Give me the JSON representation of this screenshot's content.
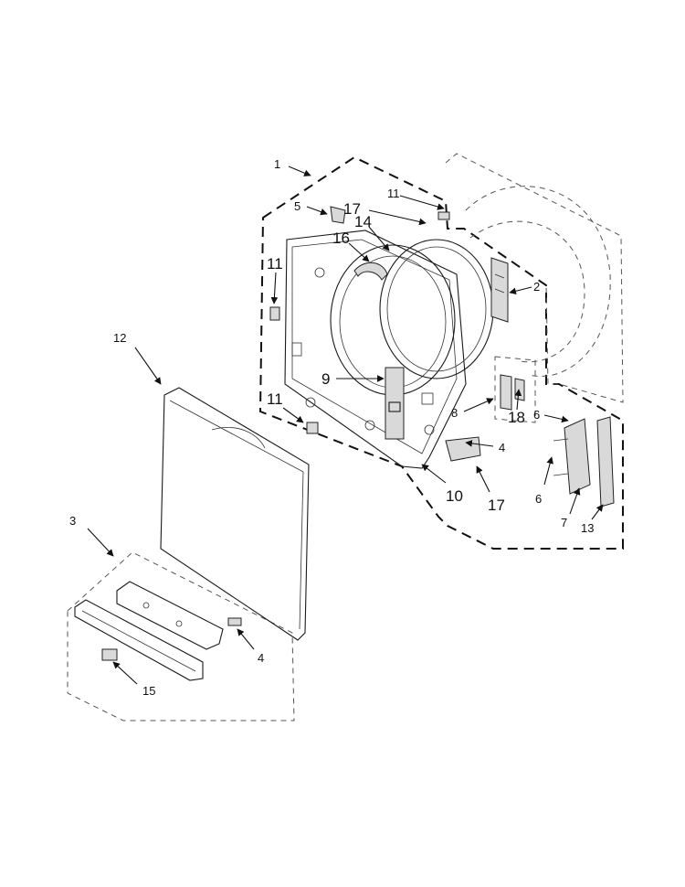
{
  "callouts": {
    "c1": "1",
    "c2": "2",
    "c3": "3",
    "c4a": "4",
    "c4b": "4",
    "c5": "5",
    "c6a": "6",
    "c6b": "6",
    "c7": "7",
    "c8": "8",
    "c9": "9",
    "c10": "10",
    "c11a": "11",
    "c11b": "11",
    "c11c": "11",
    "c12": "12",
    "c13": "13",
    "c14": "14",
    "c15": "15",
    "c16": "16",
    "c17a": "17",
    "c17b": "17",
    "c18": "18"
  }
}
